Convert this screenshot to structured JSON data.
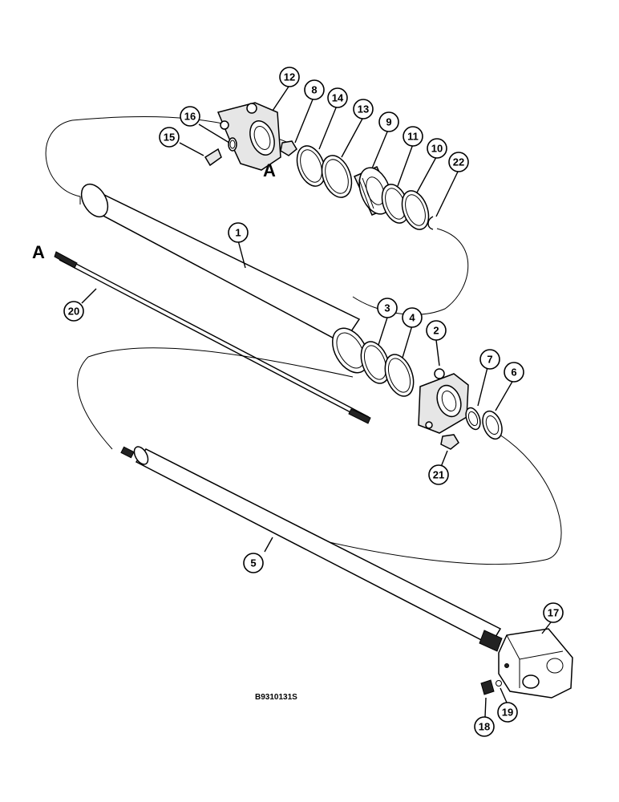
{
  "diagram": {
    "drawing_code": "B9310131S",
    "markers": {
      "marker_a_head": "A",
      "marker_a_rod": "A"
    },
    "callouts": {
      "c1": "1",
      "c2": "2",
      "c3": "3",
      "c4": "4",
      "c5": "5",
      "c6": "6",
      "c7": "7",
      "c8": "8",
      "c9": "9",
      "c10": "10",
      "c11": "11",
      "c12": "12",
      "c13": "13",
      "c14": "14",
      "c15": "15",
      "c16": "16",
      "c17": "17",
      "c18": "18",
      "c19": "19",
      "c20": "20",
      "c21": "21",
      "c22": "22"
    }
  }
}
